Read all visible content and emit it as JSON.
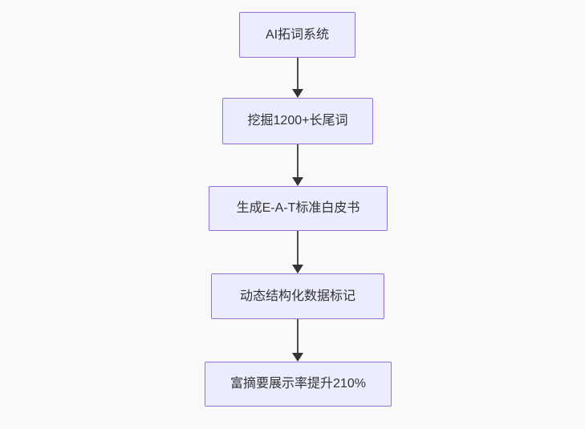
{
  "diagram": {
    "type": "flowchart",
    "direction": "top-down",
    "nodes": [
      {
        "id": "A",
        "label": "AI拓词系统"
      },
      {
        "id": "B",
        "label": "挖掘1200+长尾词"
      },
      {
        "id": "C",
        "label": "生成E-A-T标准白皮书"
      },
      {
        "id": "D",
        "label": "动态结构化数据标记"
      },
      {
        "id": "E",
        "label": "富摘要展示率提升210%"
      }
    ],
    "edges": [
      {
        "from": "A",
        "to": "B"
      },
      {
        "from": "B",
        "to": "C"
      },
      {
        "from": "C",
        "to": "D"
      },
      {
        "from": "D",
        "to": "E"
      }
    ],
    "colors": {
      "background": "#f9f9f9",
      "node_fill": "#ECECFF",
      "node_border": "#9370DB",
      "node_text": "#333333",
      "edge_line": "#4d4d4d",
      "arrowhead": "#333333"
    }
  }
}
